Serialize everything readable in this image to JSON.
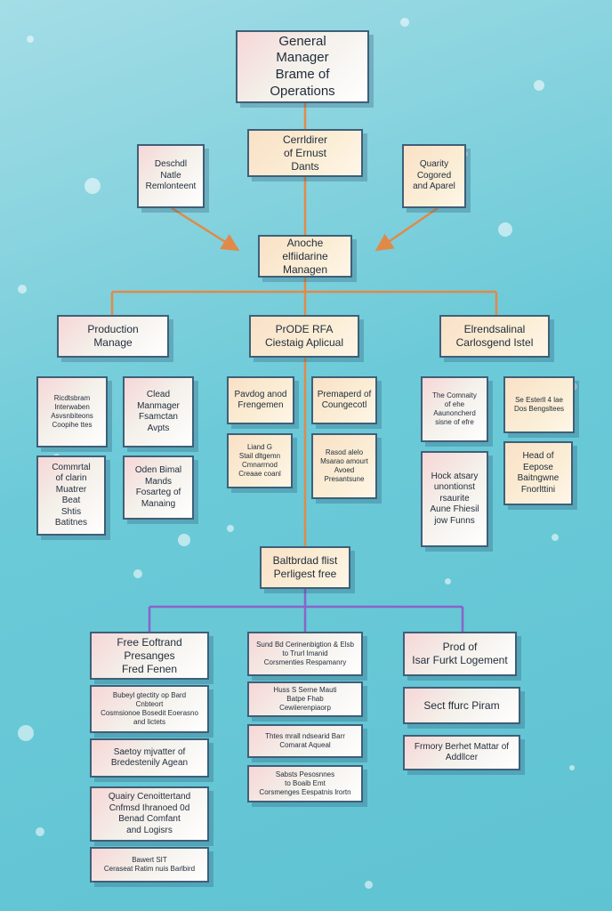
{
  "colors": {
    "background": "#6ccad8",
    "box_border": "#3f5f78",
    "connector_orange": "#e08a4a",
    "connector_purple": "#8a63c8"
  },
  "nodes": {
    "general_manager": "General\nManager\nBrame of Operations",
    "center_top": "Cerrldirer\nof Ernust\nDants",
    "left_side": "Deschdl\nNatle\nRemlonteent",
    "right_side": "Quarity\nCogored\nand Aparel",
    "mid_manager": "Anoche elfiidarine\nManagen",
    "production_manager": "Production\nManage",
    "center_branch": "PrODE RFA\nCiestaig Aplicual",
    "right_branch": "Elrendsalinal\nCarlosgend Istel",
    "left_col1_a": "Ricdtsbram\nInterwaben\nAsvsnbiteons\nCoopihe ttes",
    "left_col1_b": "Commrtal\nof clarin\nMuatrer\nBeat\nShtis\nBatitnes",
    "left_col2_a": "Clead\nManmager\nFsamctan\nAvpts",
    "left_col2_b": "Oden Bimal\nMands\nFosarteg of\nManaing",
    "center_col1_a": "Pavdog anod\nFrengemen",
    "center_col1_b": "Liand G\nStail dltgemn\nCmnarrnod\nCreaae coanl",
    "center_col2_a": "Premaperd of\nCoungecotl",
    "center_col2_b": "Rasod alelo\nMsarao amourt\nAvoed\nPresantsune",
    "right_col1_a": "The Comnaity\nof ehe\nAaunoncherd\nsisne of efre",
    "right_col1_b": "Hock atsary\nunontionst\nrsaurite\nAune Fhiesil\njow Funns",
    "right_col2_a": "Se Esterll 4 lae\nDos Bengsltees",
    "right_col2_b": "Head of\nEepose\nBaitngwne\nFnorlttini",
    "hub": "Baltbrdad flist\nPerligest free",
    "bottom_left_head": "Free Eoftrand Presanges\nFred Fenen",
    "bottom_left_1": "Bubeyl gtectity op Bard\nCnbteort\nCosmsionoe Bosedit Eoerasno\nand lictets",
    "bottom_left_2": "Saetoy mjvatter of\nBredestenily Agean",
    "bottom_left_3": "Quairy Cenoittertand\nCnfmsd Ihranoed 0d\nBenad Comfant\nand Logisrs",
    "bottom_left_4": "Bawert SIT\nCeraseat Ratim nuis Barlbird",
    "bottom_center_head": "Sund Bd Cerinenbigtion & Elsb\nto Trurl Imanid\nCorsmenties Respamanry",
    "bottom_center_1": "Huss S Serne Mauti\nBatpe Fhab\nCewiierenpiaorp",
    "bottom_center_2": "Thtes mrall ndsearid Barr\nComarat Aqueal",
    "bottom_center_3": "Sabsts Pesosnnes\nto Boaib Emt\nCorsmenges Eespatnis lrortn",
    "bottom_right_head": "Prod of\nIsar Furkt Logement",
    "bottom_right_1": "Sect ffurc Piram",
    "bottom_right_2": "Frmory Berhet Mattar of\nAddllcer"
  }
}
